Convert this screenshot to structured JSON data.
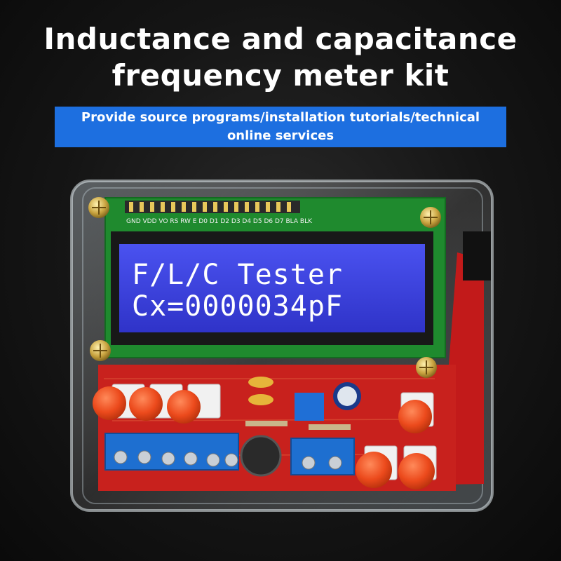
{
  "headline": {
    "line1": "Inductance and capacitance",
    "line2": "frequency meter kit"
  },
  "banner": {
    "line1": "Provide source programs/installation tutorials/technical",
    "line2": "online services"
  },
  "lcd": {
    "line1": "F/L/C Tester",
    "line2": "Cx=0000034pF"
  },
  "pin_labels": "GND VDD VO RS RW  E  D0  D1  D2  D3  D4  D5  D6  D7 BLA BLK",
  "colors": {
    "banner": "#1d6fe0",
    "lcd": "#3b3fe0",
    "pcb": "#c21a1a",
    "button": "#ee4a1c",
    "terminal": "#1e6fd0"
  }
}
